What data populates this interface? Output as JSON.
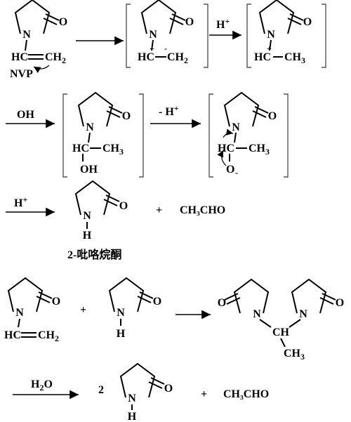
{
  "atoms": {
    "n": "N",
    "o": "O",
    "h": "H",
    "hc": "HC",
    "ch": "CH",
    "ch2": "CH",
    "ch2_sub": "2",
    "ch3": "CH",
    "ch3_sub": "3",
    "oh": "OH",
    "o_minus": "O",
    "plus": "+",
    "minus": "-"
  },
  "labels": {
    "nvp": "NVP",
    "product_name": "2-吡咯烷酮",
    "acetaldehyde": "CH₃CHO",
    "coefficient": "2",
    "plus": "+"
  },
  "reagents": {
    "h_plus": "H",
    "h_plus_sup": "+",
    "oh": "OH",
    "minus_h_plus": "- H",
    "minus_h_plus_sup": "+",
    "water_h": "H",
    "water_sub": "2",
    "water_o": "O"
  }
}
